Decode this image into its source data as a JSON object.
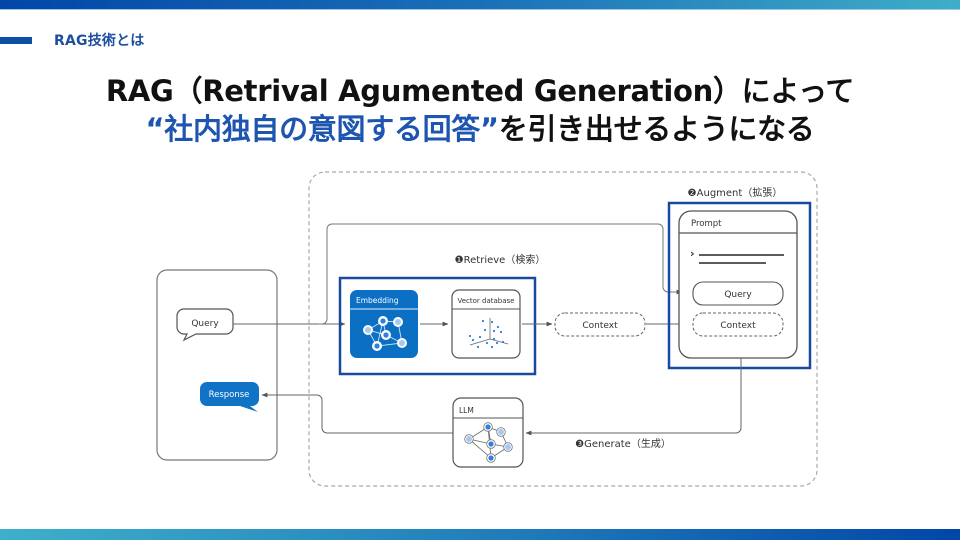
{
  "header": {
    "section_label": "RAG技術とは"
  },
  "title": {
    "line1": "RAG（Retrival Agumented Generation）によって",
    "line2_highlight": "“社内独自の意図する回答”",
    "line2_rest": "を引き出せるようになる"
  },
  "colors": {
    "accent_blue": "#1d55b0",
    "highlight_box": "#1a4aa0",
    "embedding_fill": "#0b6fc4",
    "response_fill": "#1173c6",
    "point_blue": "#2f7de6"
  },
  "diagram": {
    "user_panel": {
      "query_bubble": "Query",
      "response_bubble": "Response"
    },
    "retrieve": {
      "step_label": "❶Retrieve（検索）",
      "embedding_label": "Embedding",
      "vector_db_label": "Vector database",
      "context_label": "Context"
    },
    "augment": {
      "step_label": "❷Augment（拡張）",
      "prompt_label": "Prompt",
      "prompt_caret": "›",
      "query_slot": "Query",
      "context_slot": "Context"
    },
    "generate": {
      "step_label": "❸Generate（生成）",
      "llm_label": "LLM"
    }
  }
}
